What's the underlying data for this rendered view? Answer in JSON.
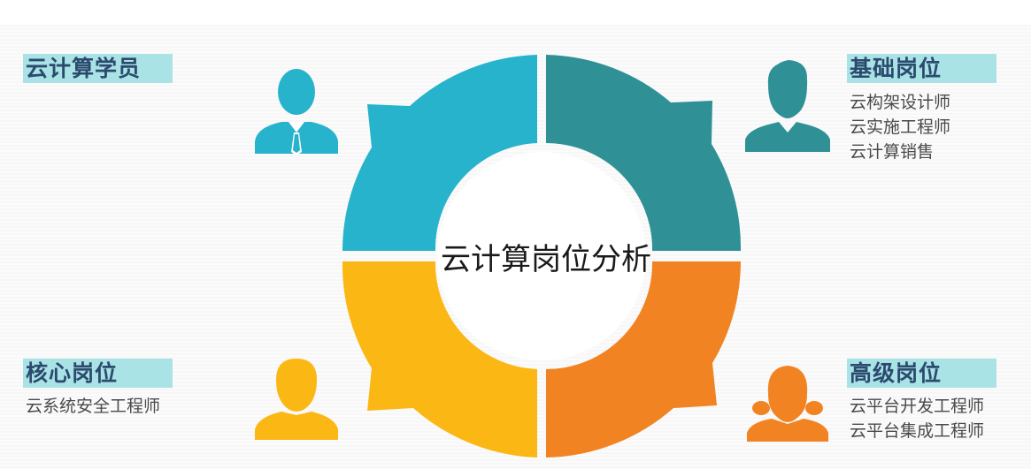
{
  "center_title": "云计算岗位分析",
  "quadrants": {
    "top_left": {
      "label": "云计算学员",
      "items": [],
      "color": "#27b3cc"
    },
    "top_right": {
      "label": "基础岗位",
      "items": [
        "云构架设计师",
        "云实施工程师",
        "云计算销售"
      ],
      "color": "#2f9196"
    },
    "bottom_left": {
      "label": "核心岗位",
      "items": [
        "云系统安全工程师"
      ],
      "color": "#fbb713"
    },
    "bottom_right": {
      "label": "高级岗位",
      "items": [
        "云平台开发工程师",
        "云平台集成工程师"
      ],
      "color": "#f28322"
    }
  },
  "label_bg_color": "#a9e3e6",
  "label_text_color": "#2c4a6d",
  "icons": {
    "top_left": "person-with-tie-icon",
    "top_right": "person-icon",
    "bottom_left": "person-icon",
    "bottom_right": "person-female-icon"
  }
}
